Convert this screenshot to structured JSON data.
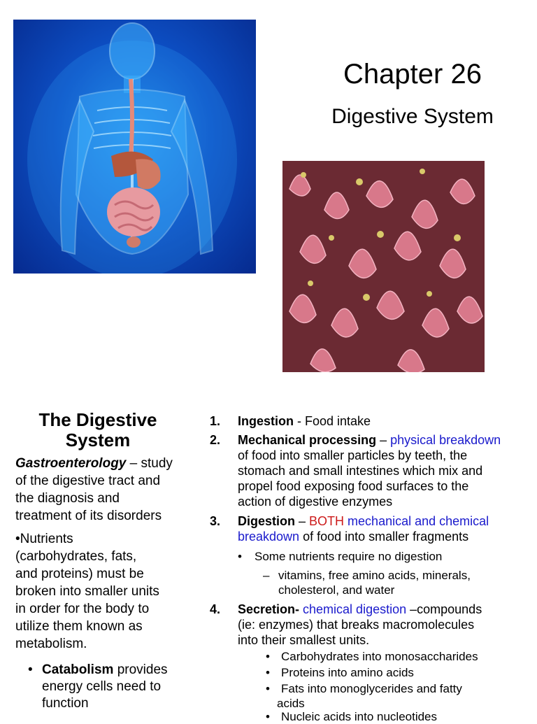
{
  "header": {
    "title": "Chapter 26",
    "subtitle": "Digestive System"
  },
  "images": {
    "anatomy": "human-body-digestive-organs-illustration",
    "villi": "intestinal-villi-micrograph"
  },
  "left_column": {
    "heading_line1": "The Digestive",
    "heading_line2": "System",
    "def_term": "Gastroenterology",
    "def_line1_rest": " – study",
    "def_line2": "of the digestive tract and",
    "def_line3": "the diagnosis and",
    "def_line4": "treatment of its disorders",
    "nutrients_line1": "•Nutrients",
    "nutrients_line2": "(carbohydrates, fats,",
    "nutrients_line3": "and proteins) must be",
    "nutrients_line4": "broken into smaller units",
    "nutrients_line5": "in order for the body to",
    "nutrients_line6": "utilize them known as",
    "nutrients_line7": "metabolism.",
    "bullet_term": "Catabolism",
    "bullet_line1_rest": " provides",
    "bullet_line2": "energy cells need to",
    "bullet_line3": "function"
  },
  "right_column": {
    "items": [
      {
        "num": "1.",
        "term": "Ingestion",
        "rest": "  - Food intake"
      },
      {
        "num": "2.",
        "term": "Mechanical processing",
        "sep": " – ",
        "blue": "physical breakdown",
        "line2": "of food into smaller particles by teeth, the",
        "line3": "stomach and small intestines which mix and",
        "line4": "propel food exposing food surfaces to the",
        "line5": "action of digestive enzymes"
      },
      {
        "num": "3.",
        "term": "Digestion",
        "sep": " – ",
        "red": "BOTH",
        "blue1": " mechanical and chemical",
        "blue2": "breakdown",
        "rest2": " of food into smaller fragments"
      },
      {
        "num": "4.",
        "term": "Secretion-",
        "blue": " chemical digestion",
        "rest": " –compounds",
        "line2": "(ie: enzymes) that breaks macromolecules",
        "line3": "into their smallest units."
      }
    ],
    "digestion_sub": "Some nutrients require no digestion",
    "digestion_subsub_line1": "vitamins, free amino acids, minerals,",
    "digestion_subsub_line2": "cholesterol, and water",
    "secretion_bullets": [
      "Carbohydrates into monosaccharides",
      "Proteins into amino acids",
      "Fats into monoglycerides and fatty",
      "acids",
      "Nucleic acids into nucleotides"
    ]
  }
}
